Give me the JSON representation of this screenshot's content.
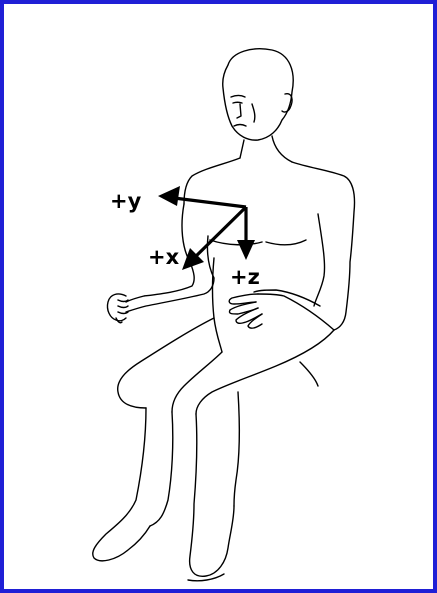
{
  "colors": {
    "border": "#1f1fd6",
    "line": "#000000",
    "background": "#ffffff"
  },
  "icons": {
    "figure": "seated-human-figure-icon",
    "axis_arrows": "coordinate-axes-icon"
  },
  "axes": {
    "y_label": "+y",
    "x_label": "+x",
    "z_label": "+z"
  }
}
